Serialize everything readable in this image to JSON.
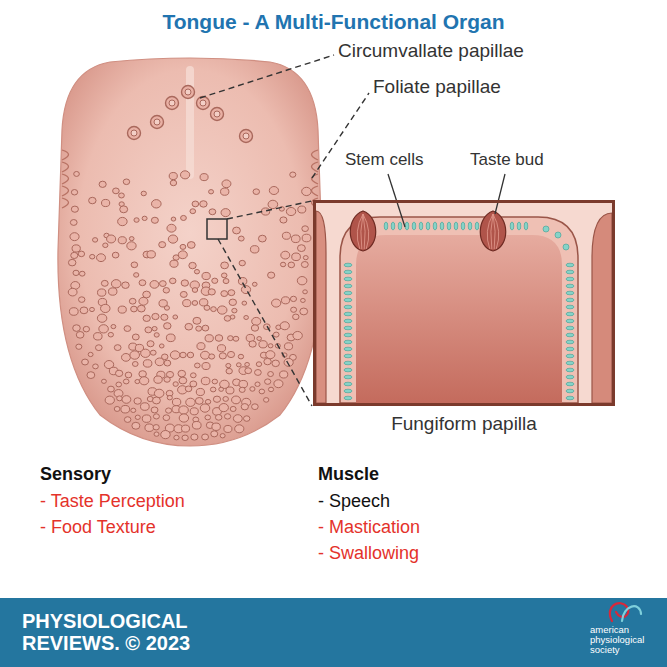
{
  "diagram": {
    "title": "Tongue - A Multi-Functional Organ",
    "nodes": [
      {
        "text": [
          "Fungiform papilla"
        ]
      },
      {
        "text": [
          "PHYSIOLOGICAL REVIEWS. © 2023",
          "american physiological society"
        ]
      }
    ],
    "labels": [
      "Circumvallate papillae",
      "Foliate papillae",
      "Stem cells",
      "Taste bud",
      "Sensory",
      "- Taste Perception",
      "- Food Texture",
      "Muscle",
      "- Speech",
      "- Mastication",
      "- Swallowing"
    ]
  }
}
